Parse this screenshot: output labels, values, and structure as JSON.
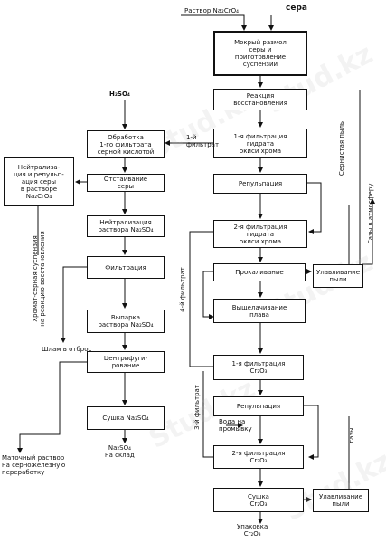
{
  "inputs": {
    "chromate_solution": "Раствор Na₂CrO₄",
    "sulfur": "сера",
    "sulfuric_acid": "H₂SO₄",
    "wash_water": "Вода на\nпромывку"
  },
  "left_column": {
    "treatment": "Обработка\n1-го фильтрата\nсерной кислотой",
    "sulfur_settling": "Отстаивание\nсеры",
    "neutralization": "Нейтрализация\nраствора Na₂SO₄",
    "filtration": "Фильтрация",
    "evaporation": "Выпарка\nраствора Na₂SO₄",
    "centrifugation": "Центрифуги-\nрование",
    "drying": "Сушка Na₂SO₄"
  },
  "side_box": {
    "neutralization_sulfur": "Нейтрализа-\nция и репульп-\nация серы\nв растворе\nNa₂CrO₄"
  },
  "right_column": {
    "wet_grinding": "Мокрый размол\nсеры и\nприготовление\nсуспензии",
    "reduction": "Реакция\nвосстановления",
    "filtration_1": "1-я фильтрация\nгидрата\nокиси хрома",
    "repulping_1": "Репульпация",
    "filtration_2": "2-я фильтрация\nгидрата\nокиси хрома",
    "calcination": "Прокаливание",
    "leaching": "Выщелачивание\nплава",
    "filtration_cr_1": "1-я фильтрация\nCr₂O₃",
    "repulping_2": "Репульпация",
    "filtration_cr_2": "2-я фильтрация\nCr₂O₃",
    "drying_cr": "Сушка\nCr₂O₃",
    "gas_trap_1": "Улавливание\nпыли",
    "gas_trap_2": "Улавливание\nпыли"
  },
  "labels": {
    "filtrate_1": "1-й\nфильтрат",
    "filtrate_4": "4-й фильтрат",
    "filtrate_3": "3-й фильтрат",
    "sulfur_dust": "Сернистая пыль",
    "atmosphere": "Газы в атмосферу",
    "gas": "газы",
    "chromate_suspension": "Хромат-серная суспензия\nна реакцию восстановления",
    "sludge": "Шлам в отброс",
    "mother_liquor": "Маточный раствор\nна серножелезную\nпереработку",
    "to_warehouse": "Na₂SO₄\nна склад",
    "packing": "Упаковка\nCr₂O₃"
  },
  "watermark": "Stud.kz"
}
